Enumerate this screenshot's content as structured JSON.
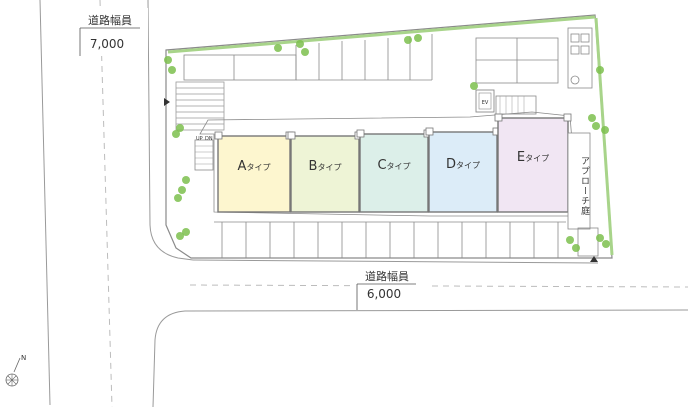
{
  "roads": {
    "west": {
      "label": "道路幅員",
      "width": "7,000"
    },
    "south": {
      "label": "道路幅員",
      "width": "6,000"
    }
  },
  "units": [
    {
      "letter": "A",
      "suffix": "タイプ",
      "color": "#fdf6cf"
    },
    {
      "letter": "B",
      "suffix": "タイプ",
      "color": "#eef4d6"
    },
    {
      "letter": "C",
      "suffix": "タイプ",
      "color": "#dcefe9"
    },
    {
      "letter": "D",
      "suffix": "タイプ",
      "color": "#dcecf8"
    },
    {
      "letter": "E",
      "suffix": "タイプ",
      "color": "#f1e6f3"
    }
  ],
  "approach": {
    "label": "アプローチ庭"
  },
  "stairs": {
    "up": "UP",
    "down": "DN"
  },
  "elevator": {
    "label": "EV"
  },
  "compass": {
    "north": "N"
  },
  "colors": {
    "line": "#8a8a8a",
    "green": "#7dbf4e",
    "roadLine": "#c8c8c8"
  }
}
